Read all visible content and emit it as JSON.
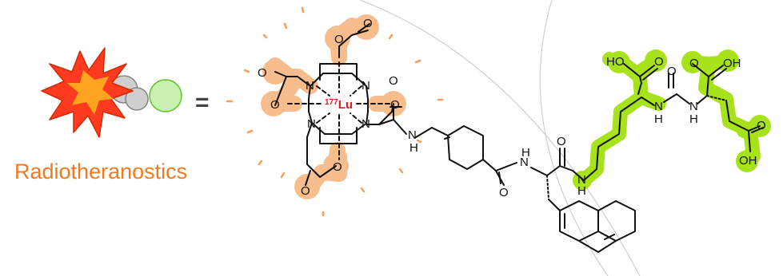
{
  "caption": "Radiotheranostics",
  "equals": "=",
  "isotope": {
    "mass": "177",
    "symbol": "Lu"
  },
  "atom_labels": {
    "N": "N",
    "O": "O",
    "H": "H",
    "HO": "HO",
    "OH": "OH"
  },
  "colors": {
    "caption": "#f07a1f",
    "chelator_highlight": "#f7b27a",
    "peptide_highlight": "#a8e21a",
    "burst_fill": "#ff3b1f",
    "burst_stroke": "#d42a00",
    "isotope": "#e01b1b",
    "sphere_green": "#c9f0b0",
    "sphere_gray": "#cfcfcf"
  }
}
